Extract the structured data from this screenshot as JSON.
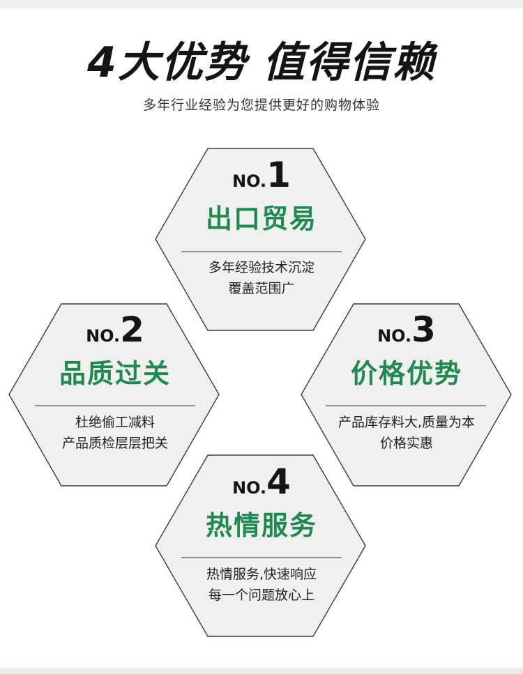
{
  "header": {
    "title_part1": "4大优势",
    "title_part2": "值得信赖",
    "subtitle": "多年行业经验为您提供更好的购物体验"
  },
  "colors": {
    "hex_fill": "#f0f0f0",
    "hex_stroke": "#3a3a3a",
    "accent_green": "#1f8a4f",
    "divider": "#555555"
  },
  "advantages": [
    {
      "no_prefix": "NO.",
      "number": "1",
      "title": "出口贸易",
      "line1": "多年经验技术沉淀",
      "line2": "覆盖范围广"
    },
    {
      "no_prefix": "NO.",
      "number": "2",
      "title": "品质过关",
      "line1": "杜绝偷工减料",
      "line2": "产品质检层层把关"
    },
    {
      "no_prefix": "NO.",
      "number": "3",
      "title": "价格优势",
      "line1": "产品库存料大,质量为本",
      "line2": "价格实惠"
    },
    {
      "no_prefix": "NO.",
      "number": "4",
      "title": "热情服务",
      "line1": "热情服务,快速响应",
      "line2": "每一个问题放心上"
    }
  ]
}
